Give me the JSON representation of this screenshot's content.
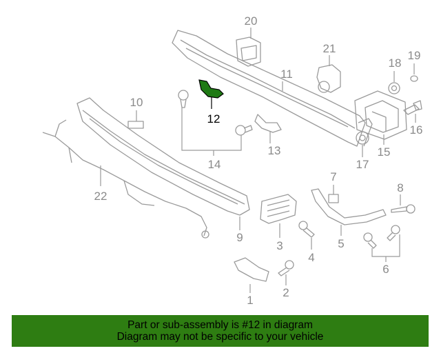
{
  "diagram": {
    "highlight_color": "#1f7a14",
    "highlighted_part": "12",
    "callouts": {
      "c1": "1",
      "c2": "2",
      "c3": "3",
      "c4": "4",
      "c5": "5",
      "c6": "6",
      "c7": "7",
      "c8": "8",
      "c9": "9",
      "c10": "10",
      "c11": "11",
      "c12": "12",
      "c13": "13",
      "c14": "14",
      "c15": "15",
      "c16": "16",
      "c17": "17",
      "c18": "18",
      "c19": "19",
      "c20": "20",
      "c21": "21",
      "c22": "22"
    }
  },
  "banner": {
    "line1": "Part or sub-assembly is #12 in diagram",
    "line2": "Diagram may not be specific to your vehicle",
    "background": "#2e7d12"
  }
}
